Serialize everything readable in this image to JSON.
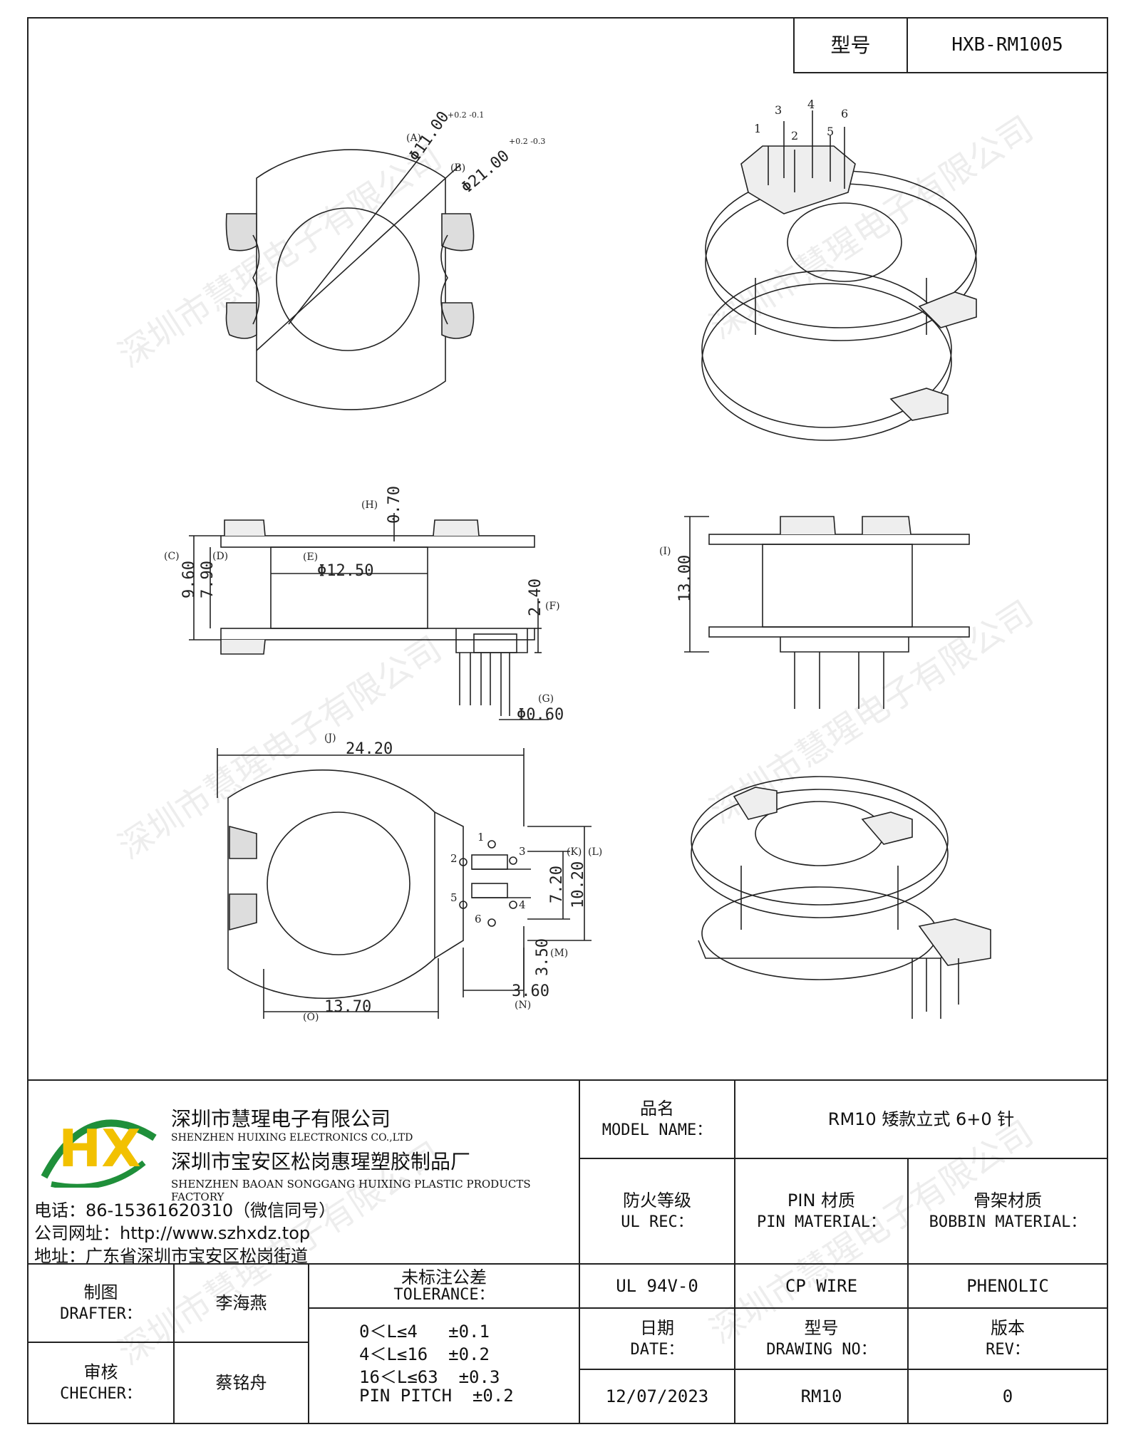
{
  "header": {
    "model_label": "型号",
    "model_value": "HXB-RM1005"
  },
  "dimensions": {
    "A": {
      "label": "(A)",
      "value": "Φ11.00",
      "tol": "+0.2 -0.1"
    },
    "B": {
      "label": "(B)",
      "value": "Φ21.00",
      "tol": "+0.2 -0.3"
    },
    "C": {
      "label": "(C)",
      "value": "9.60"
    },
    "D": {
      "label": "(D)",
      "value": "7.90"
    },
    "E": {
      "label": "(E)",
      "value": "Φ12.50"
    },
    "F": {
      "label": "(F)",
      "value": "2.40"
    },
    "G": {
      "label": "(G)",
      "value": "Φ0.60"
    },
    "H": {
      "label": "(H)",
      "value": "0.70"
    },
    "I": {
      "label": "(I)",
      "value": "13.00"
    },
    "J": {
      "label": "(J)",
      "value": "24.20"
    },
    "K": {
      "label": "(K)",
      "value": "7.20"
    },
    "L": {
      "label": "(L)",
      "value": "10.20"
    },
    "M": {
      "label": "(M)",
      "value": "3.50"
    },
    "N": {
      "label": "(N)",
      "value": "3.60"
    },
    "O": {
      "label": "(O)",
      "value": "13.70"
    }
  },
  "pins_top": [
    "1",
    "2",
    "3",
    "4",
    "5",
    "6"
  ],
  "pins_bottom": [
    "1",
    "2",
    "3",
    "4",
    "5",
    "6"
  ],
  "watermark": "深圳市慧瑆电子有限公司",
  "company": {
    "logo_text": "HX",
    "name_cn": "深圳市慧瑆电子有限公司",
    "name_en": "SHENZHEN HUIXING ELECTRONICS CO.,LTD",
    "factory_cn": "深圳市宝安区松岗惠瑆塑胶制品厂",
    "factory_en": "SHENZHEN BAOAN SONGGANG HUIXING PLASTIC PRODUCTS FACTORY",
    "phone": "电话：86-15361620310（微信同号）",
    "website": "公司网址：http://www.szhxdz.top",
    "address": "地址：广东省深圳市宝安区松岗街道"
  },
  "title_block": {
    "model_name_cn": "品名",
    "model_name_en": "MODEL NAME：",
    "model_name_value": "RM10 矮款立式 6+0 针",
    "ul_cn": "防火等级",
    "ul_en": "UL REC：",
    "pin_cn": "PIN 材质",
    "pin_en": "PIN MATERIAL：",
    "bobbin_cn": "骨架材质",
    "bobbin_en": "BOBBIN MATERIAL：",
    "ul_value": "UL 94V-0",
    "pin_value": "CP WIRE",
    "bobbin_value": "PHENOLIC",
    "drafter_cn": "制图",
    "drafter_en": "DRAFTER：",
    "drafter_name": "李海燕",
    "checker_cn": "审核",
    "checker_en": "CHECHER：",
    "checker_name": "蔡铭舟",
    "tolerance_cn": "未标注公差",
    "tolerance_en": "TOLERANCE：",
    "tolerance_rows": [
      "0＜L≤4   ±0.1",
      "4＜L≤16  ±0.2",
      "16＜L≤63  ±0.3",
      "PIN PITCH  ±0.2"
    ],
    "date_cn": "日期",
    "date_en": "DATE：",
    "date_value": "12/07/2023",
    "drawing_cn": "型号",
    "drawing_en": "DRAWING NO：",
    "drawing_value": "RM10",
    "rev_cn": "版本",
    "rev_en": "REV：",
    "rev_value": "0"
  }
}
